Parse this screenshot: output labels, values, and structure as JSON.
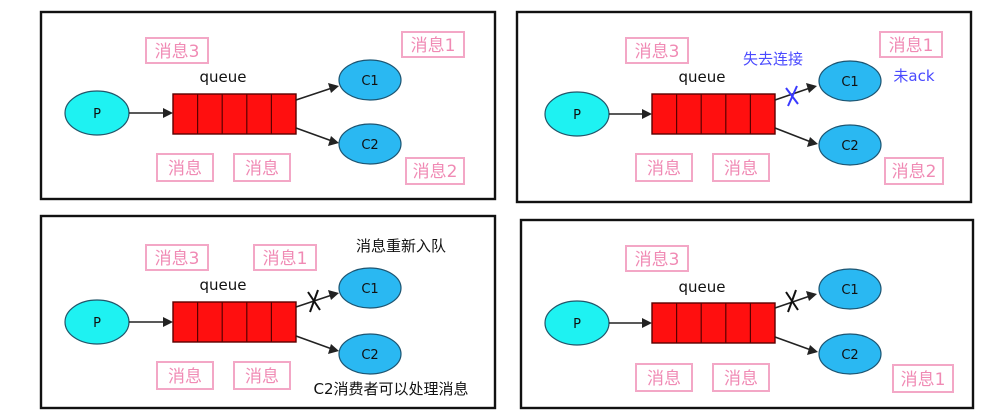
{
  "diagram": {
    "queue_label": "queue",
    "producer_label": "P",
    "consumer1_label": "C1",
    "consumer2_label": "C2",
    "msg": "消息",
    "msg3": "消息3",
    "msg1": "消息1",
    "msg2": "消息2"
  },
  "panel2": {
    "lost_connection": "失去连接",
    "unacked": "未ack"
  },
  "panel3": {
    "requeue": "消息重新入队",
    "c2_can_process": "C2消费者可以处理消息"
  },
  "colors": {
    "producer": "#1ef2f2",
    "consumer": "#2ab8f2",
    "queue": "#ff0f0f",
    "message_border": "#f3a7c6",
    "message_text": "#f08ab4",
    "note_blue": "#4a4aff"
  }
}
